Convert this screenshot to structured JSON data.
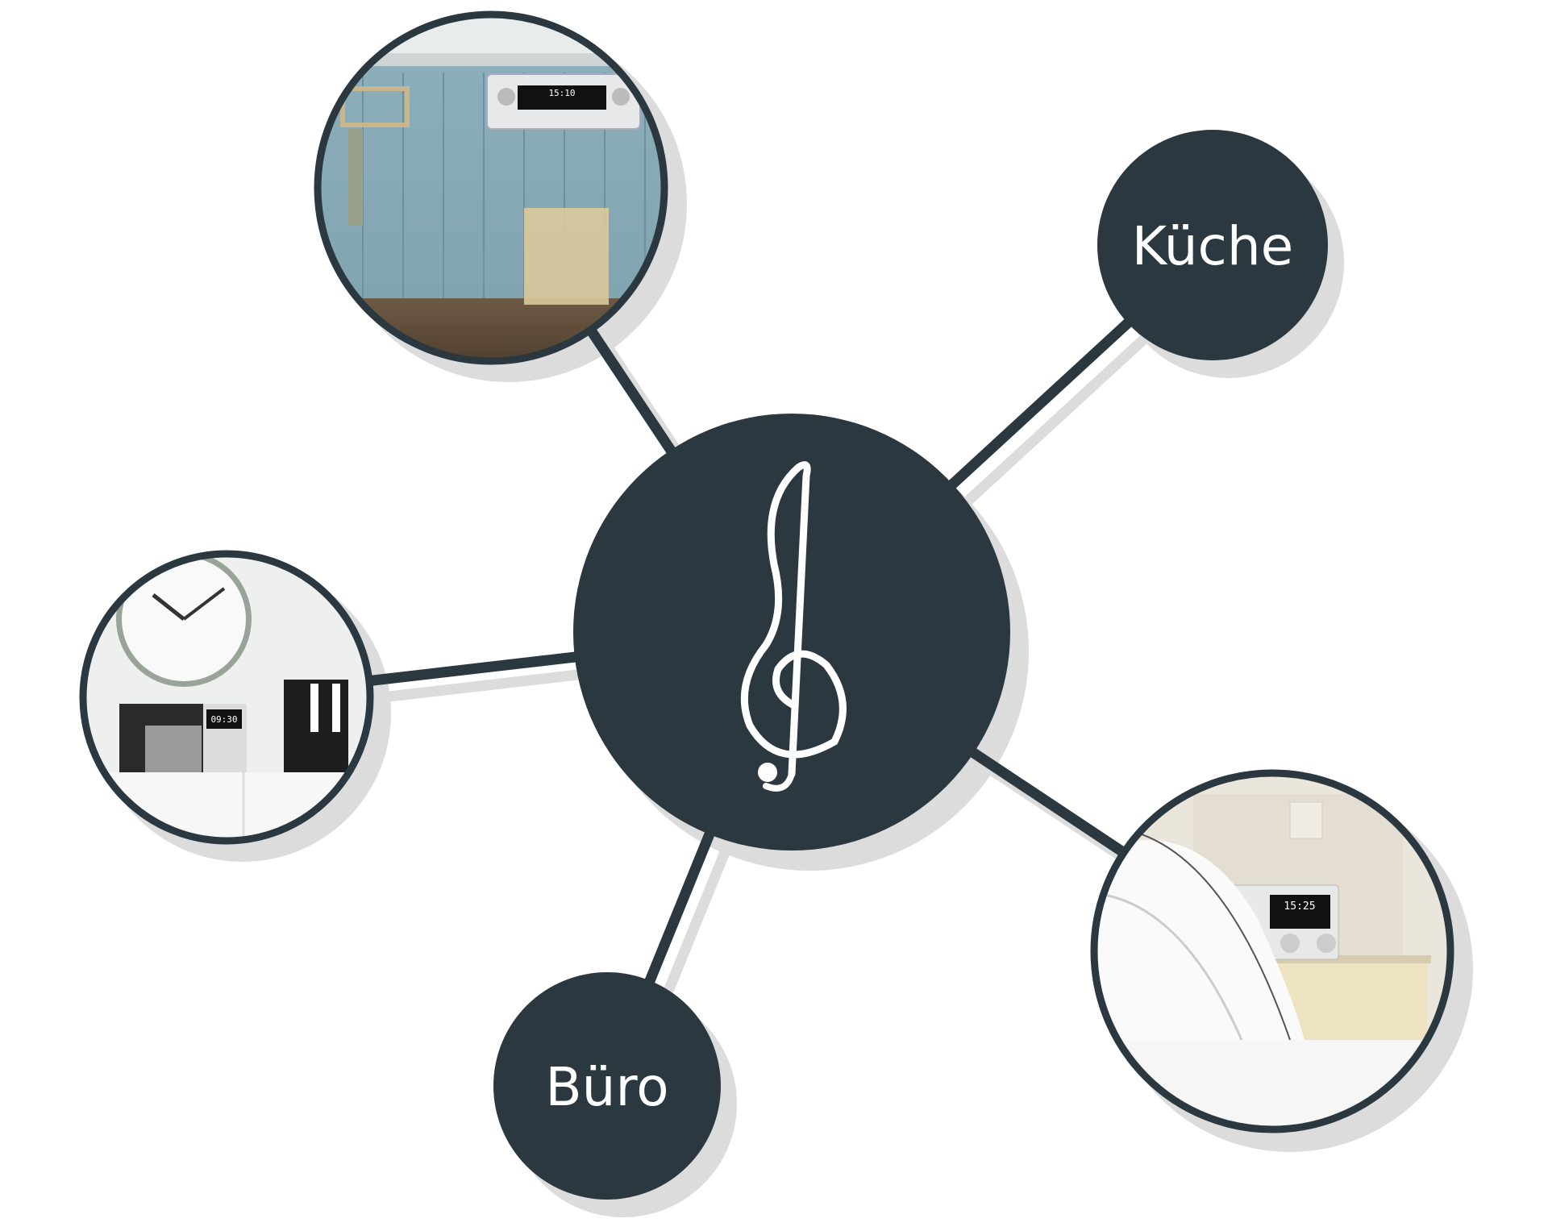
{
  "diagram": {
    "center_icon": "treble-clef-icon",
    "nodes": [
      {
        "id": "kitchen-photo",
        "type": "photo",
        "display_time": "15:10"
      },
      {
        "id": "kueche",
        "type": "label",
        "label": "Küche"
      },
      {
        "id": "office-photo",
        "type": "photo",
        "display_time": "09:30"
      },
      {
        "id": "buero",
        "type": "label",
        "label": "Büro"
      },
      {
        "id": "bedroom-photo",
        "type": "photo",
        "display_time": "15:25"
      }
    ]
  },
  "colors": {
    "node": "#2b3840",
    "shadow": "#dcdcdc",
    "background": "#ffffff"
  }
}
